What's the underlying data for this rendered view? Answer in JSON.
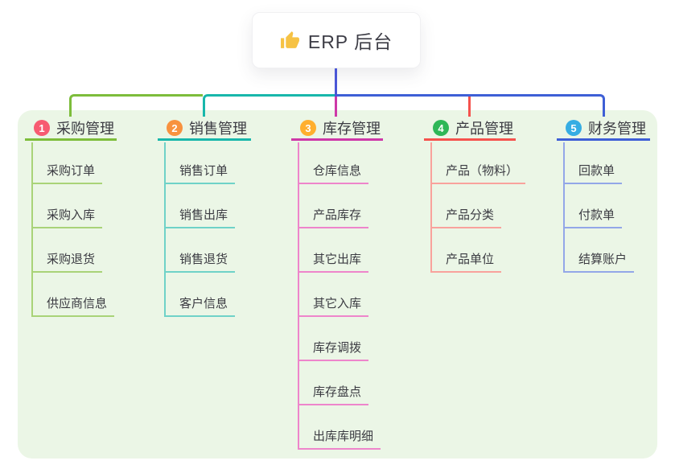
{
  "root": {
    "label": "ERP 后台",
    "icon": "thumbs-up-icon"
  },
  "branches": [
    {
      "num": "1",
      "label": "采购管理",
      "color": "#7dbd3b",
      "light_color": "#a9d378",
      "badge_color": "#f75b71",
      "children": [
        "采购订单",
        "采购入库",
        "采购退货",
        "供应商信息"
      ]
    },
    {
      "num": "2",
      "label": "销售管理",
      "color": "#18b7ab",
      "light_color": "#6fd2c8",
      "badge_color": "#f8923f",
      "children": [
        "销售订单",
        "销售出库",
        "销售退货",
        "客户信息"
      ]
    },
    {
      "num": "3",
      "label": "库存管理",
      "color": "#ce38a8",
      "light_color": "#ee85cb",
      "badge_color": "#ffaf2e",
      "children": [
        "仓库信息",
        "产品库存",
        "其它出库",
        "其它入库",
        "库存调拨",
        "库存盘点",
        "出库库明细"
      ]
    },
    {
      "num": "4",
      "label": "产品管理",
      "color": "#f5524d",
      "light_color": "#f9a29c",
      "badge_color": "#2eb757",
      "children": [
        "产品（物料）",
        "产品分类",
        "产品单位"
      ]
    },
    {
      "num": "5",
      "label": "财务管理",
      "color": "#3e5fd6",
      "light_color": "#93a7e8",
      "badge_color": "#36ade3",
      "children": [
        "回款单",
        "付款单",
        "结算账户"
      ]
    }
  ],
  "colors": {
    "panel_background": "#ebf6e6",
    "page_background": "#ffffff",
    "root_line": "#4a56d6",
    "text": "#3b3b42",
    "thumb_icon": "#f6c244"
  }
}
